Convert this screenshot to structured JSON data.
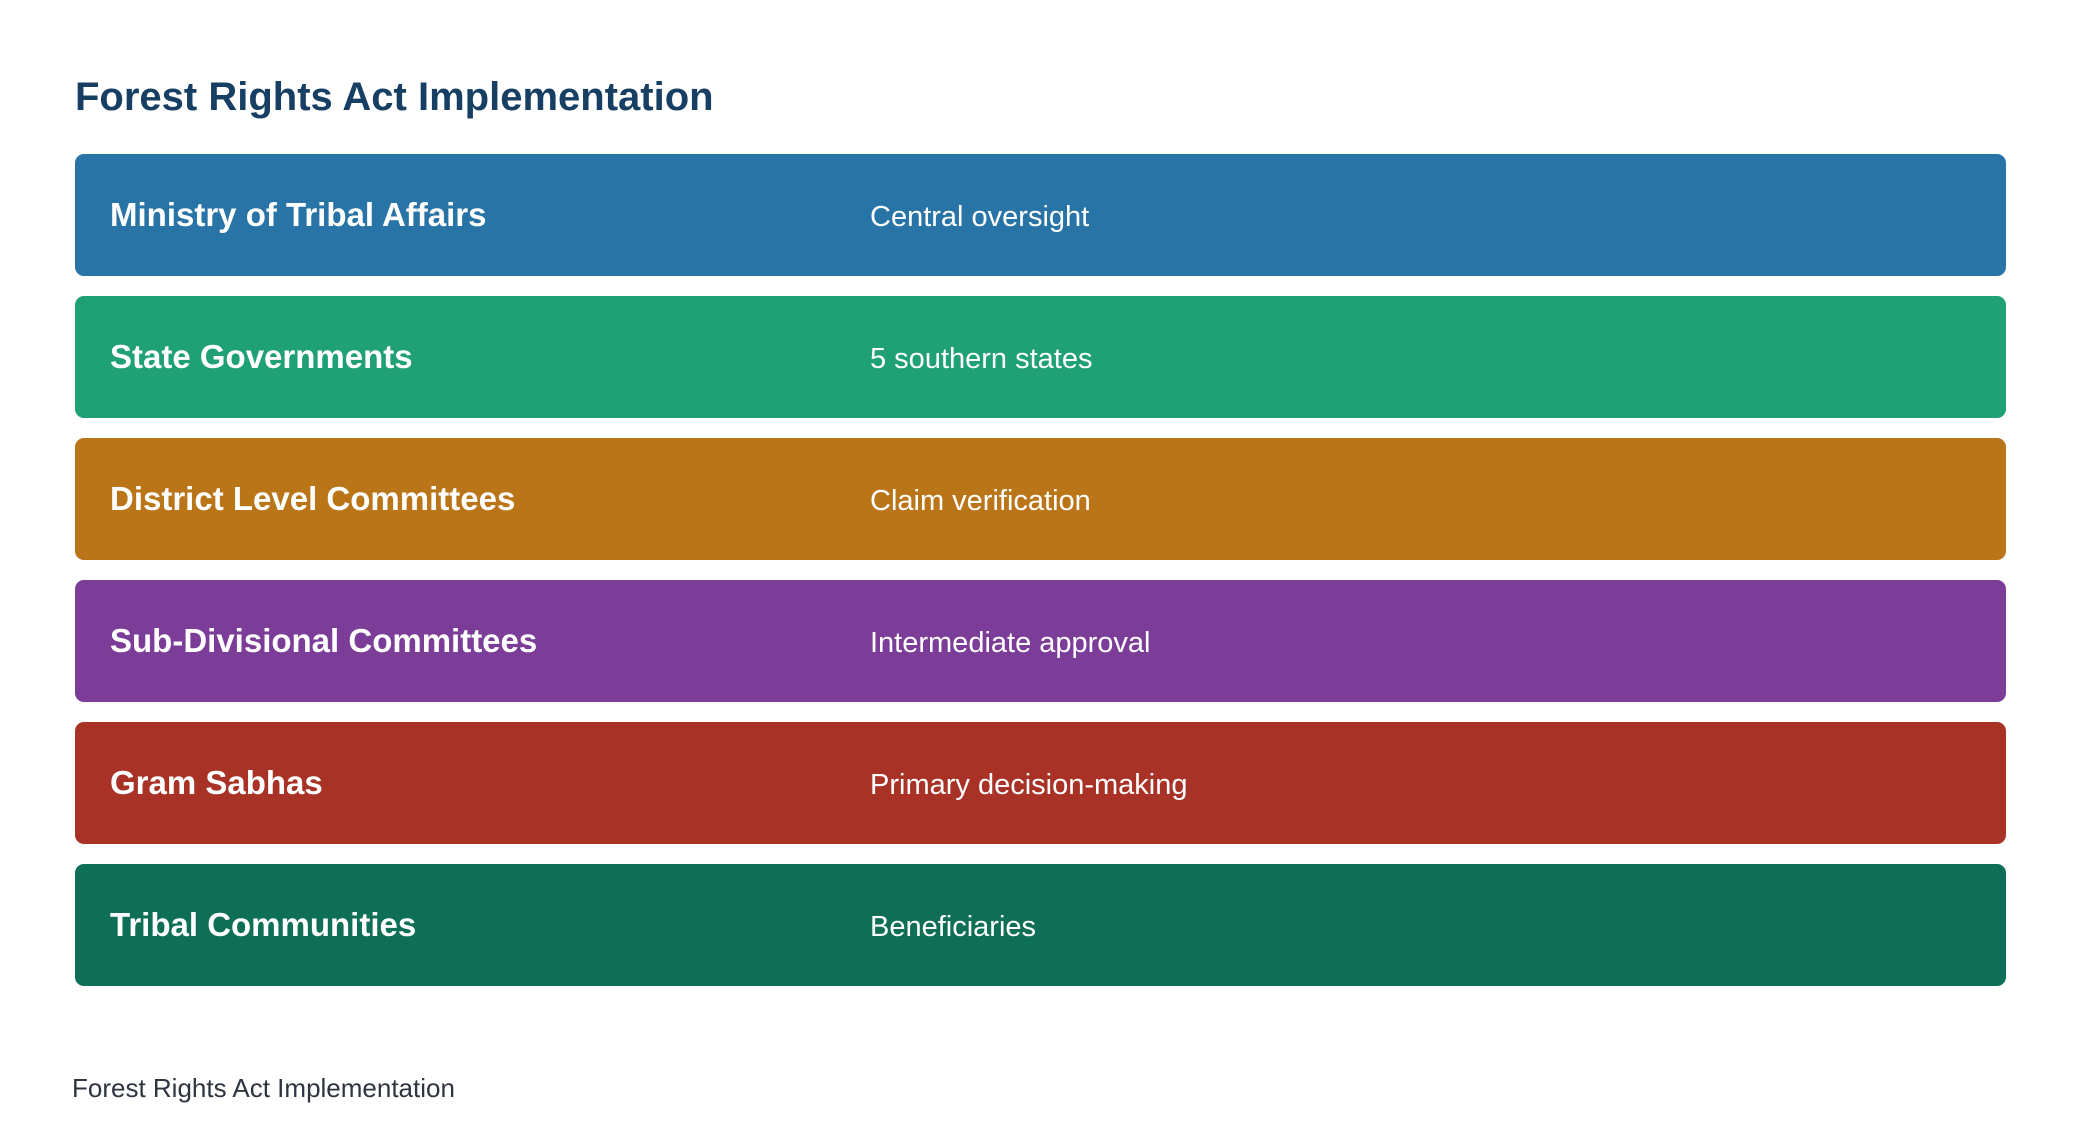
{
  "header": {
    "title": "Forest Rights Act Implementation"
  },
  "levels": [
    {
      "name": "Ministry of Tribal Affairs",
      "description": "Central oversight",
      "color": "#2874a6"
    },
    {
      "name": "State Governments",
      "description": "5 southern states",
      "color": "#1fa075"
    },
    {
      "name": "District Level Committees",
      "description": "Claim verification",
      "color": "#ba7518"
    },
    {
      "name": "Sub-Divisional Committees",
      "description": "Intermediate approval",
      "color": "#7c3d98"
    },
    {
      "name": "Gram Sabhas",
      "description": "Primary decision-making",
      "color": "#a93226"
    },
    {
      "name": "Tribal Communities",
      "description": "Beneficiaries",
      "color": "#0f6e56"
    }
  ],
  "footer": {
    "caption": "Forest Rights Act Implementation"
  }
}
